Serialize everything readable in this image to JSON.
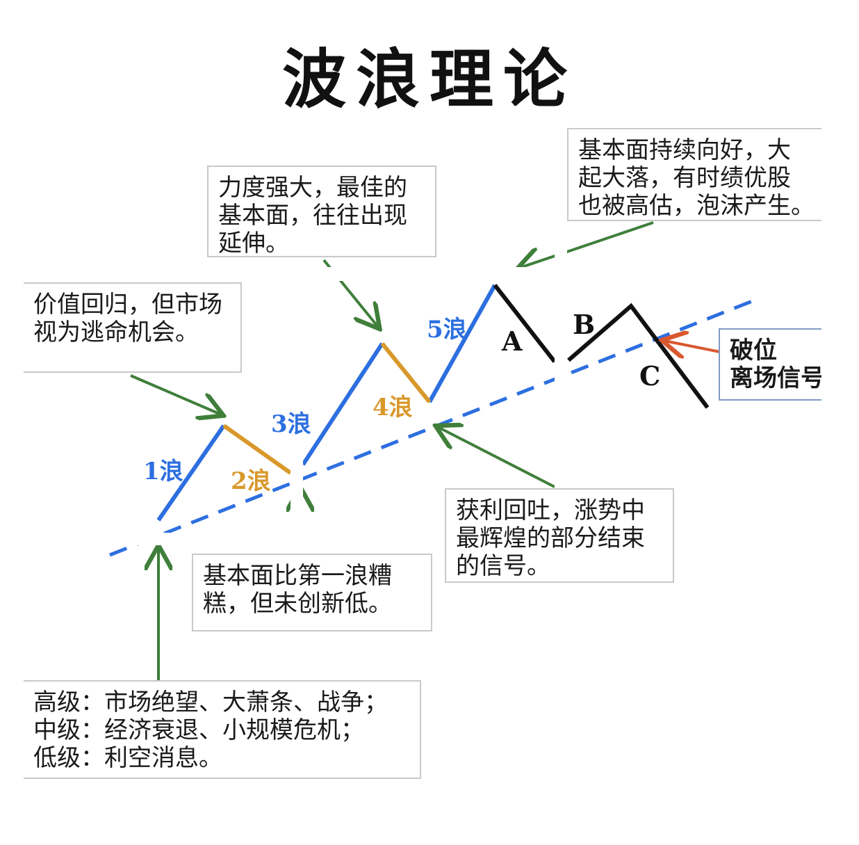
{
  "title": "波浪理论",
  "waves": {
    "w1": "1浪",
    "w2": "2浪",
    "w3": "3浪",
    "w4": "4浪",
    "w5": "5浪",
    "A": "A",
    "B": "B",
    "C": "C"
  },
  "notes": {
    "wave1_top": [
      "价值回归，但市场",
      "视为逃命机会。"
    ],
    "wave3_top": [
      "力度强大，最佳的",
      "基本面，往往出现",
      "延伸。"
    ],
    "wave5_top": [
      "基本面持续向好，大",
      "起大落，有时绩优股",
      "也被高估，泡沫产生。"
    ],
    "break": [
      "破位",
      "离场信号"
    ],
    "wave4_bottom": [
      "获利回吐，涨势中",
      "最辉煌的部分结束",
      "的信号。"
    ],
    "wave2_bottom": [
      "基本面比第一浪糟",
      "糕，但未创新低。"
    ],
    "wave1_bottom": [
      "高级：市场绝望、大萧条、战争；",
      "中级：经济衰退、小规模危机；",
      "低级：利空消息。"
    ]
  },
  "colors": {
    "impulse": "#2d6fe0",
    "correction": "#d8982a",
    "abc": "#111111",
    "arrow": "#3f7f3a",
    "break_arrow": "#d9582f",
    "trendline": "#2d6fe0"
  }
}
